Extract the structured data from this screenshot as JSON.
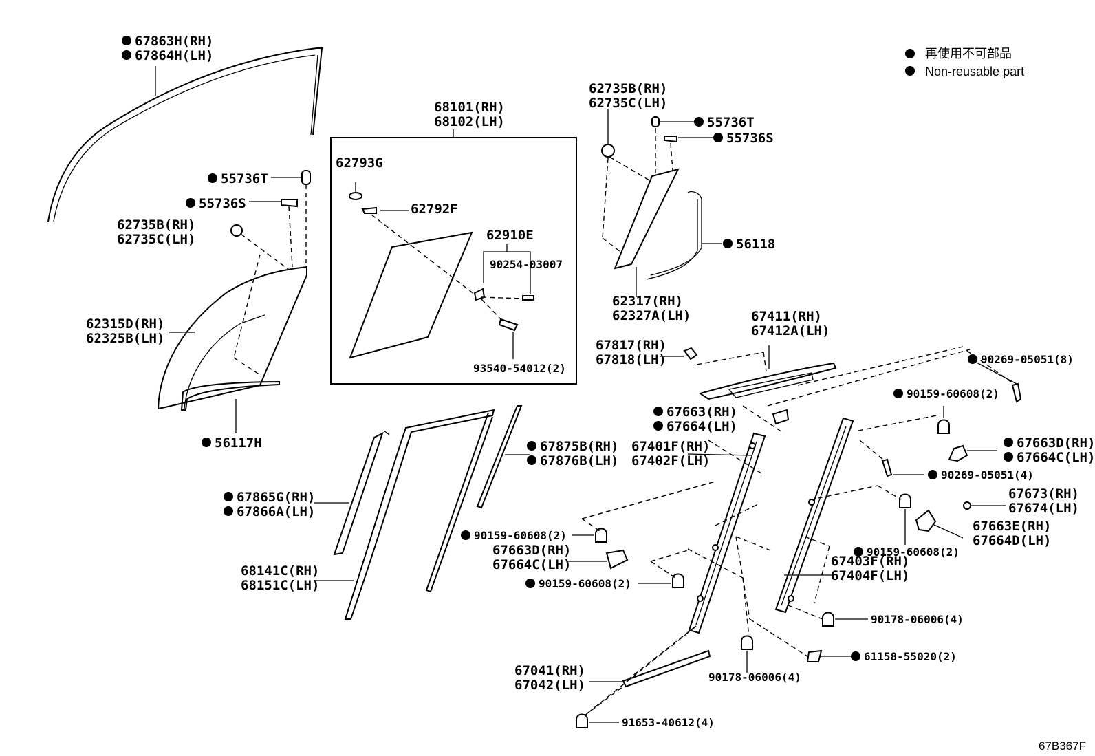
{
  "legend": {
    "jp": "再使用不可部品",
    "en": "Non-reusable part"
  },
  "diagram_code": "67B367F",
  "labels": {
    "p67863H": "67863H(RH)",
    "p67864H": "67864H(LH)",
    "p55736T_a": "55736T",
    "p55736S_a": "55736S",
    "p62735B_a": "62735B(RH)",
    "p62735C_a": "62735C(LH)",
    "p62315D": "62315D(RH)",
    "p62325B": "62325B(LH)",
    "p56117H": "56117H",
    "p68101": "68101(RH)",
    "p68102": "68102(LH)",
    "p62793G": "62793G",
    "p62792F": "62792F",
    "p62910E": "62910E",
    "p90254": "90254-03007",
    "p93540": "93540-54012(2)",
    "p62735B_b": "62735B(RH)",
    "p62735C_b": "62735C(LH)",
    "p55736T_b": "55736T",
    "p55736S_b": "55736S",
    "p56118": "56118",
    "p62317": "62317(RH)",
    "p62327A": "62327A(LH)",
    "p67411": "67411(RH)",
    "p67412A": "67412A(LH)",
    "p67817": "67817(RH)",
    "p67818": "67818(LH)",
    "p90269_8": "90269-05051(8)",
    "p90159_a": "90159-60608(2)",
    "p67663": "67663(RH)",
    "p67664": "67664(LH)",
    "p67663D_a": "67663D(RH)",
    "p67664C_a": "67664C(LH)",
    "p67875B": "67875B(RH)",
    "p67876B": "67876B(LH)",
    "p67401F": "67401F(RH)",
    "p67402F": "67402F(LH)",
    "p90269_4": "90269-05051(4)",
    "p67865G": "67865G(RH)",
    "p67866A": "67866A(LH)",
    "p67673": "67673(RH)",
    "p67674": "67674(LH)",
    "p67663E": "67663E(RH)",
    "p67664D": "67664D(LH)",
    "p90159_b": "90159-60608(2)",
    "p67663D_b": "67663D(RH)",
    "p67664C_b": "67664C(LH)",
    "p90159_c": "90159-60608(2)",
    "p68141C": "68141C(RH)",
    "p68151C": "68151C(LH)",
    "p90159_d": "90159-60608(2)",
    "p67403F": "67403F(RH)",
    "p67404F": "67404F(LH)",
    "p90178_a": "90178-06006(4)",
    "p61158": "61158-55020(2)",
    "p90178_b": "90178-06006(4)",
    "p67041": "67041(RH)",
    "p67042": "67042(LH)",
    "p91653": "91653-40612(4)"
  }
}
